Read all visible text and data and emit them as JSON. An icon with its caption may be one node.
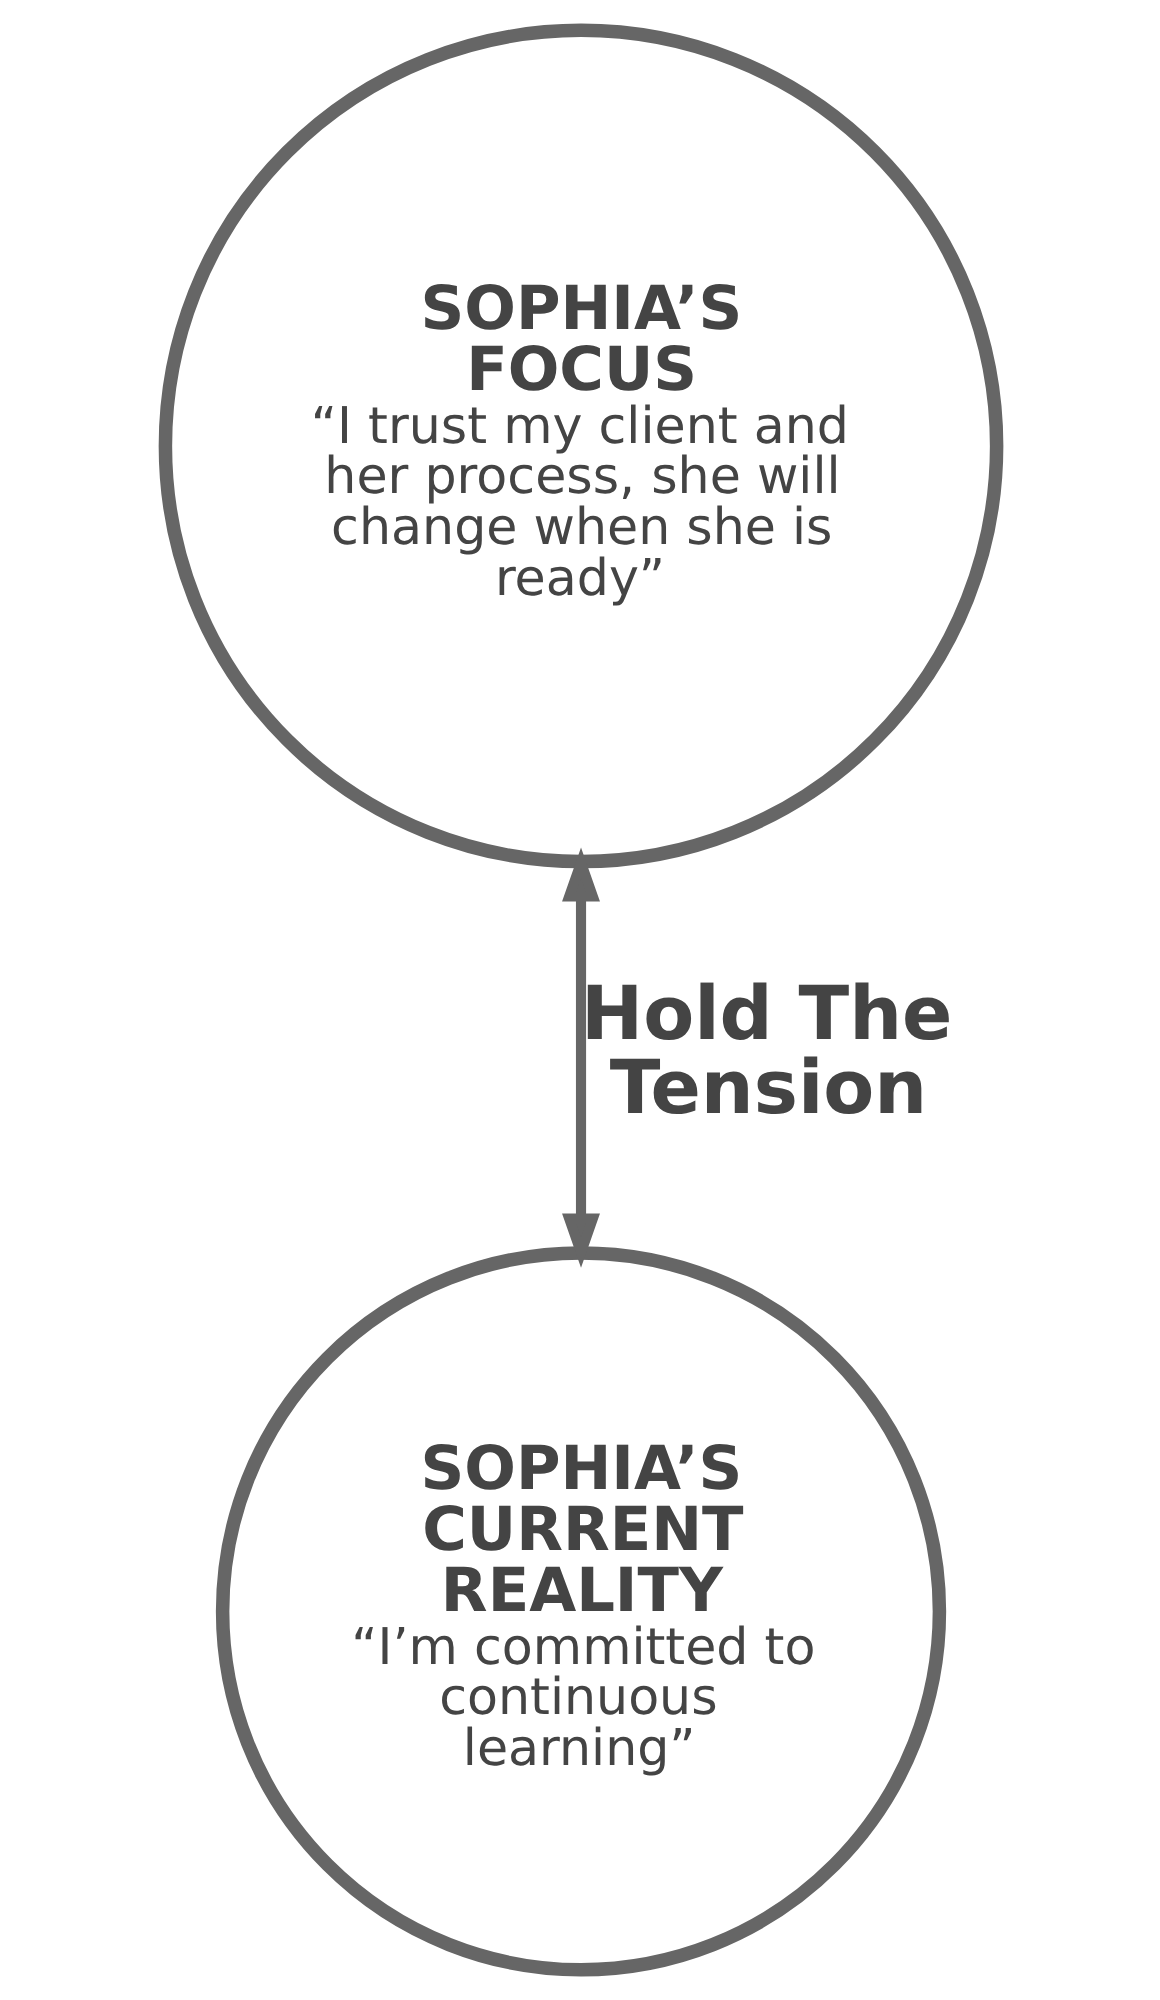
{
  "diagram": {
    "nodes": [
      {
        "text": [
          "SOPHIA’S FOCUS",
          "“I trust my client and her process, she will change when she is ready”"
        ]
      },
      {
        "text": [
          "SOPHIA’S CURRENT REALITY",
          "“I’m committed to continuous learning”"
        ]
      }
    ],
    "edges": [
      {
        "from": 0,
        "to": 1,
        "arrow": "both",
        "label": "Hold The Tension"
      }
    ]
  }
}
